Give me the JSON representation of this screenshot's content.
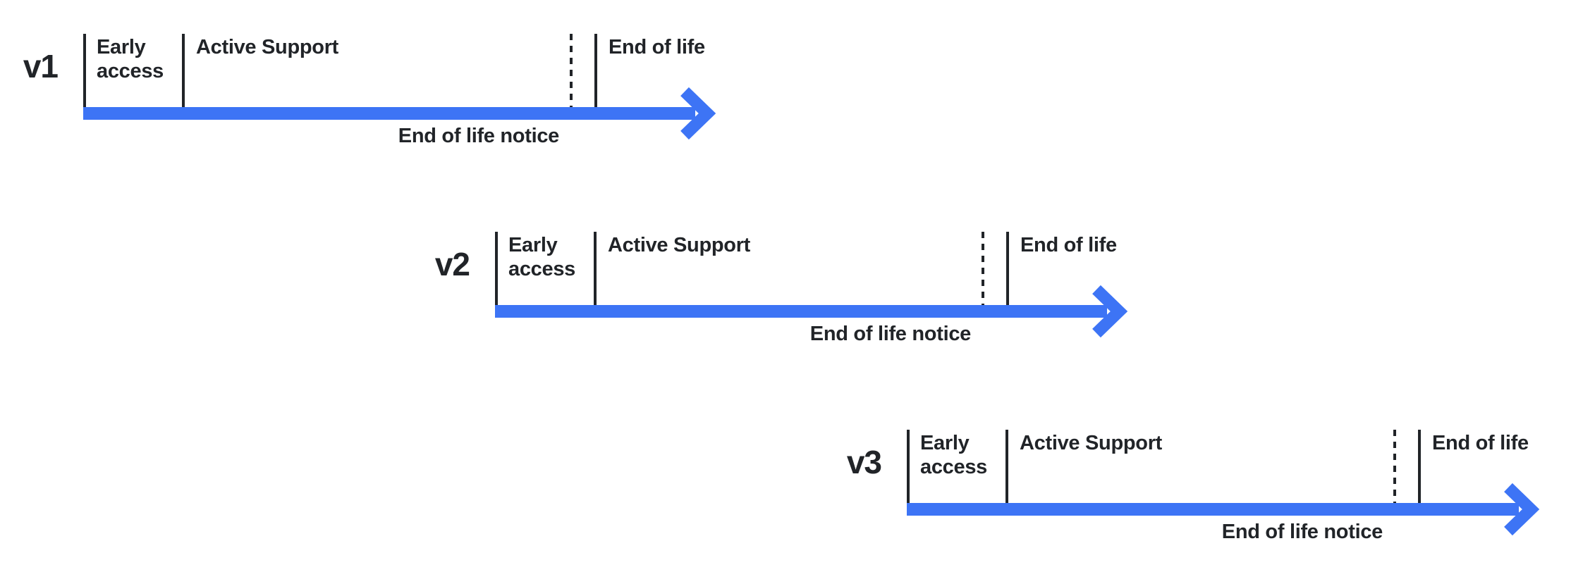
{
  "diagram": {
    "title_semantic": "Version support lifecycle timelines",
    "colors": {
      "background": "#ffffff",
      "ink": "#212428",
      "accent_blue": "#3d74f5"
    },
    "timelines": [
      {
        "version": "v1",
        "phases": {
          "early_access": "Early access",
          "active_support": "Active Support",
          "end_of_life": "End of life"
        },
        "eol_notice": "End of life notice"
      },
      {
        "version": "v2",
        "phases": {
          "early_access": "Early access",
          "active_support": "Active Support",
          "end_of_life": "End of life"
        },
        "eol_notice": "End of life notice"
      },
      {
        "version": "v3",
        "phases": {
          "early_access": "Early access",
          "active_support": "Active Support",
          "end_of_life": "End of life"
        },
        "eol_notice": "End of life notice"
      }
    ]
  }
}
